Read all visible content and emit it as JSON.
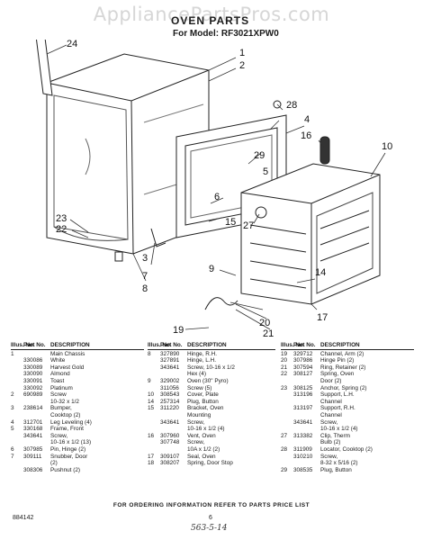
{
  "watermark": "AppliancePartsPros.com",
  "title": "OVEN PARTS",
  "model_line": "For Model: RF3021XPW0",
  "callouts": [
    "1",
    "2",
    "3",
    "4",
    "5",
    "6",
    "7",
    "8",
    "9",
    "10",
    "14",
    "15",
    "16",
    "17",
    "19",
    "20",
    "21",
    "22",
    "23",
    "24",
    "27",
    "28",
    "29"
  ],
  "columns": [
    {
      "headers": {
        "illus": "Illus. No.",
        "part": "Part No.",
        "desc": "DESCRIPTION"
      },
      "rows": [
        {
          "no": "1",
          "part": "",
          "desc": "Main Chassis"
        },
        {
          "no": "",
          "part": "330086",
          "desc": "White"
        },
        {
          "no": "",
          "part": "330089",
          "desc": "Harvest Gold"
        },
        {
          "no": "",
          "part": "330090",
          "desc": "Almond"
        },
        {
          "no": "",
          "part": "330091",
          "desc": "Toast"
        },
        {
          "no": "",
          "part": "330092",
          "desc": "Platinum"
        },
        {
          "no": "2",
          "part": "690989",
          "desc": "Screw"
        },
        {
          "no": "",
          "part": "",
          "desc": "10-32 x 1/2"
        },
        {
          "no": "3",
          "part": "238614",
          "desc": "Bumper,"
        },
        {
          "no": "",
          "part": "",
          "desc": "Cooktop (2)"
        },
        {
          "no": "4",
          "part": "312701",
          "desc": "Leg Leveling (4)"
        },
        {
          "no": "5",
          "part": "330168",
          "desc": "Frame, Front"
        },
        {
          "no": "",
          "part": "343641",
          "desc": "Screw,"
        },
        {
          "no": "",
          "part": "",
          "desc": "10-16 x 1/2 (13)"
        },
        {
          "no": "6",
          "part": "307985",
          "desc": "Pin, Hinge (2)"
        },
        {
          "no": "7",
          "part": "309111",
          "desc": "Snubber, Door"
        },
        {
          "no": "",
          "part": "",
          "desc": "(2)"
        },
        {
          "no": "",
          "part": "308306",
          "desc": "Pushnut (2)"
        }
      ]
    },
    {
      "headers": {
        "illus": "Illus. No.",
        "part": "Part No.",
        "desc": "DESCRIPTION"
      },
      "rows": [
        {
          "no": "8",
          "part": "327890",
          "desc": "Hinge, R.H."
        },
        {
          "no": "",
          "part": "327891",
          "desc": "Hinge, L.H."
        },
        {
          "no": "",
          "part": "343641",
          "desc": "Screw, 10-16 x 1/2"
        },
        {
          "no": "",
          "part": "",
          "desc": "Hex (4)"
        },
        {
          "no": "9",
          "part": "329002",
          "desc": "Oven (30\" Pyro)"
        },
        {
          "no": "",
          "part": "311056",
          "desc": "Screw (5)"
        },
        {
          "no": "10",
          "part": "308543",
          "desc": "Cover, Plate"
        },
        {
          "no": "14",
          "part": "257314",
          "desc": "Plug, Button"
        },
        {
          "no": "15",
          "part": "311220",
          "desc": "Bracket, Oven"
        },
        {
          "no": "",
          "part": "",
          "desc": "Mounting"
        },
        {
          "no": "",
          "part": "343641",
          "desc": "Screw,"
        },
        {
          "no": "",
          "part": "",
          "desc": "10-16 x 1/2 (4)"
        },
        {
          "no": "16",
          "part": "307960",
          "desc": "Vent, Oven"
        },
        {
          "no": "",
          "part": "307748",
          "desc": "Screw,"
        },
        {
          "no": "",
          "part": "",
          "desc": "10A x 1/2 (2)"
        },
        {
          "no": "17",
          "part": "309107",
          "desc": "Seal, Oven"
        },
        {
          "no": "18",
          "part": "308207",
          "desc": "Spring, Door Stop"
        }
      ]
    },
    {
      "headers": {
        "illus": "Illus. No.",
        "part": "Part No.",
        "desc": "DESCRIPTION"
      },
      "rows": [
        {
          "no": "19",
          "part": "329712",
          "desc": "Channel, Arm (2)"
        },
        {
          "no": "20",
          "part": "307986",
          "desc": "Hinge Pin (2)"
        },
        {
          "no": "21",
          "part": "307594",
          "desc": "Ring, Retainer (2)"
        },
        {
          "no": "22",
          "part": "308127",
          "desc": "Spring, Oven"
        },
        {
          "no": "",
          "part": "",
          "desc": "Door (2)"
        },
        {
          "no": "23",
          "part": "308125",
          "desc": "Anchor, Spring (2)"
        },
        {
          "no": "",
          "part": "313196",
          "desc": "Support, L.H."
        },
        {
          "no": "",
          "part": "",
          "desc": "Channel"
        },
        {
          "no": "",
          "part": "313197",
          "desc": "Support, R.H."
        },
        {
          "no": "",
          "part": "",
          "desc": "Channel"
        },
        {
          "no": "",
          "part": "343641",
          "desc": "Screw,"
        },
        {
          "no": "",
          "part": "",
          "desc": "10-16 x 1/2 (4)"
        },
        {
          "no": "27",
          "part": "313382",
          "desc": "Clip, Therm"
        },
        {
          "no": "",
          "part": "",
          "desc": "Bulb (2)"
        },
        {
          "no": "28",
          "part": "311909",
          "desc": "Locator, Cooktop (2)"
        },
        {
          "no": "",
          "part": "310210",
          "desc": "Screw,"
        },
        {
          "no": "",
          "part": "",
          "desc": "8-32 x 5/16 (2)"
        },
        {
          "no": "29",
          "part": "308535",
          "desc": "Plug, Button"
        }
      ]
    }
  ],
  "footer_note": "FOR ORDERING INFORMATION REFER TO PARTS PRICE LIST",
  "doc_number": "884142",
  "page_number": "6",
  "handwritten": "563-5-14"
}
